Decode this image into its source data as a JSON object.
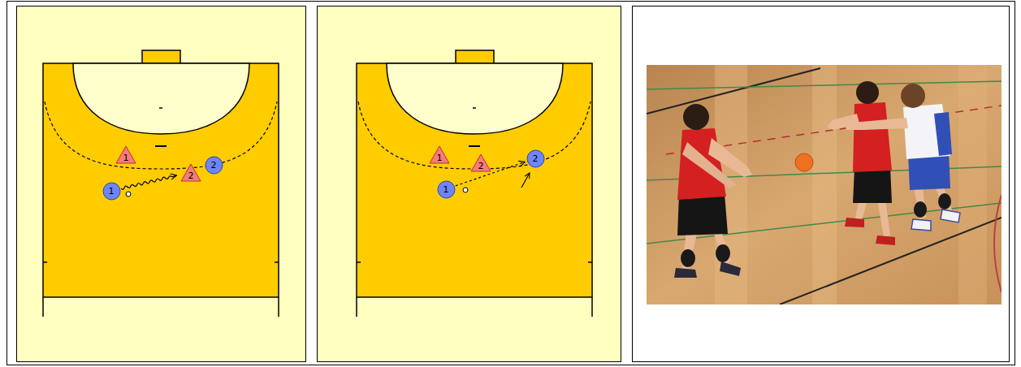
{
  "diagram": {
    "nodes": [
      {
        "text": [
          "1"
        ]
      },
      {
        "text": [
          "2"
        ]
      },
      {
        "text": [
          "1"
        ]
      },
      {
        "text": [
          "2"
        ]
      },
      {
        "text": [
          "1"
        ]
      },
      {
        "text": [
          "2"
        ]
      },
      {
        "text": [
          "1"
        ]
      },
      {
        "text": [
          "2"
        ]
      }
    ],
    "edges": [
      {
        "from": 2,
        "to": 1,
        "arrow": "to"
      },
      {
        "from": 6,
        "to": 7,
        "arrow": "to"
      }
    ]
  }
}
